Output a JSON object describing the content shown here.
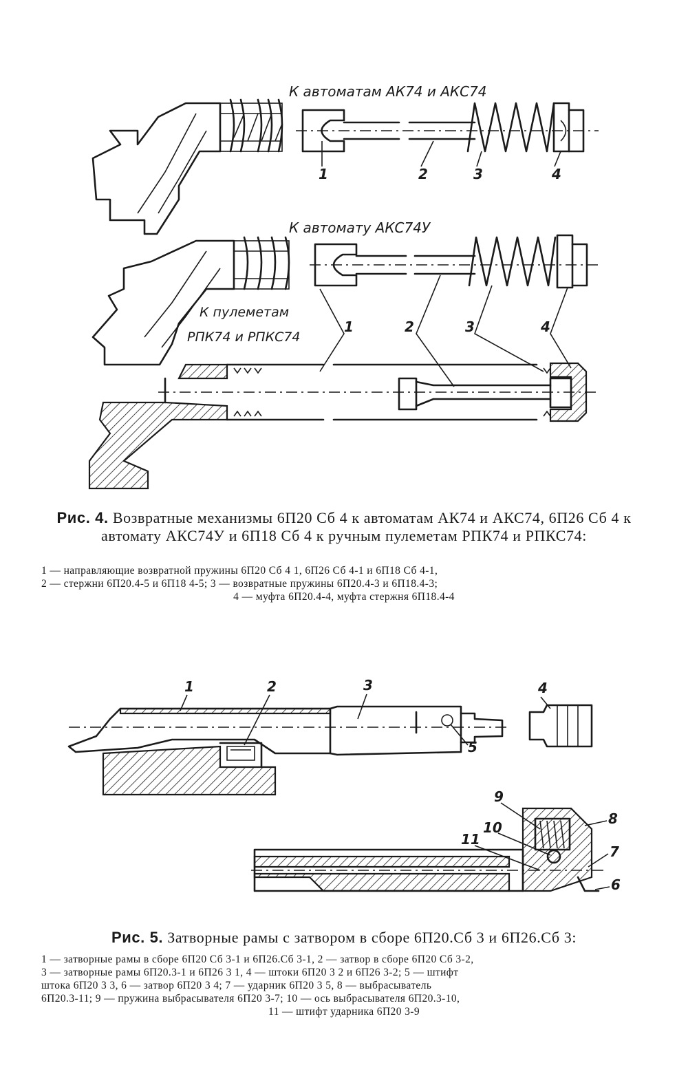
{
  "figure4": {
    "top_heading": "К автоматам АК74 и АКС74",
    "middle_heading": "К автомату АКС74У",
    "side_heading_line1": "К пулеметам",
    "side_heading_line2": "РПК74 и РПКС74",
    "part_numbers_top": [
      "1",
      "2",
      "3",
      "4"
    ],
    "part_numbers_mid": [
      "1",
      "2",
      "3",
      "4"
    ]
  },
  "caption4": {
    "label": "Рис. 4.",
    "title": "Возвратные механизмы 6П20 Сб 4 к автоматам АК74 и АКС74, 6П26 Сб 4 к автомату АКС74У и 6П18 Сб 4 к ручным пулеметам РПК74 и РПКС74:",
    "legend_line1": "1 — направляющие возвратной пружины 6П20 Сб 4 1, 6П26 Сб 4-1 и 6П18 Сб 4-1,",
    "legend_line2": "2 — стержни 6П20.4-5 и 6П18 4-5; 3 — возвратные пружины 6П20.4-3 и 6П18.4-3;",
    "legend_line3": "4 — муфта 6П20.4-4, муфта стержня 6П18.4-4"
  },
  "figure5": {
    "part_numbers_top": [
      "1",
      "2",
      "3",
      "4",
      "5"
    ],
    "part_numbers_bottom": [
      "9",
      "10",
      "8",
      "11",
      "7",
      "6"
    ]
  },
  "caption5": {
    "label": "Рис. 5.",
    "title": "Затворные рамы с затвором в сборе 6П20.Сб 3 и 6П26.Сб 3:",
    "legend_line1": "1 — затворные рамы в сборе 6П20 Сб 3-1 и 6П26.Сб 3-1, 2 — затвор в сборе 6П20 Сб 3-2,",
    "legend_line2": "3 — затворные рамы 6П20.3-1 и 6П26 3 1, 4 — штоки 6П20 3 2 и 6П26 3-2; 5 — штифт",
    "legend_line3": "штока 6П20 3 3, 6 — затвор 6П20 3 4; 7 — ударник 6П20 3 5, 8 — выбрасыватель",
    "legend_line4": "6П20.3-11; 9 — пружина выбрасывателя 6П20 3-7; 10 — ось выбрасывателя 6П20.3-10,",
    "legend_line5": "11 — штифт ударника 6П20 3-9"
  }
}
